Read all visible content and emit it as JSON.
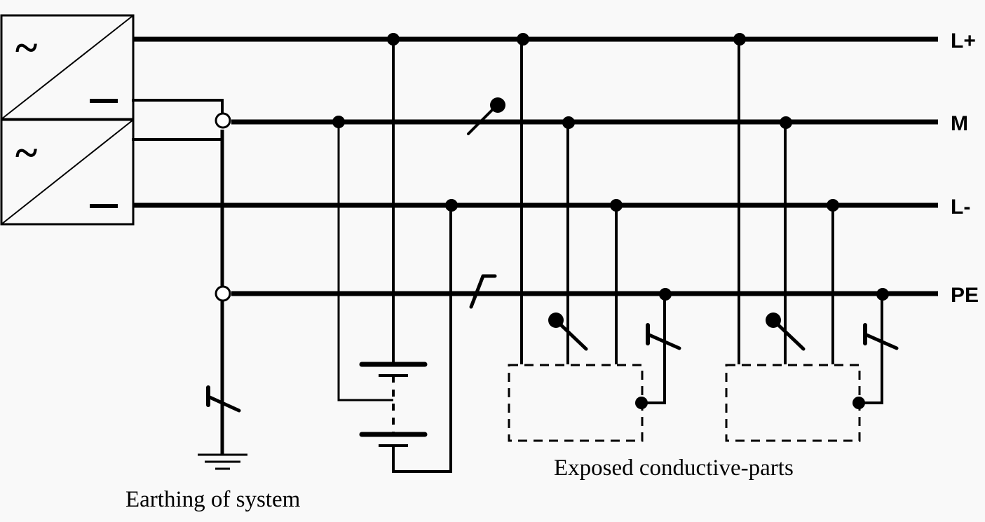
{
  "diagram": {
    "title": "DC TN-S system earthing diagram",
    "colors": {
      "background": "#f9f9f9",
      "stroke": "#000000"
    },
    "sources": [
      {
        "id": "source-1",
        "input_symbol": "~",
        "output_symbol": "—",
        "type": "AC/DC converter"
      },
      {
        "id": "source-2",
        "input_symbol": "~",
        "output_symbol": "—",
        "type": "AC/DC converter"
      }
    ],
    "rails": [
      {
        "id": "l-plus",
        "label": "L+"
      },
      {
        "id": "m",
        "label": "M"
      },
      {
        "id": "l-minus",
        "label": "L-"
      },
      {
        "id": "pe",
        "label": "PE"
      }
    ],
    "captions": {
      "earthing": "Earthing of system",
      "exposed_parts": "Exposed conductive-parts"
    },
    "components": {
      "battery": "battery-string",
      "equipment": [
        "equipment-1",
        "equipment-2"
      ]
    }
  }
}
